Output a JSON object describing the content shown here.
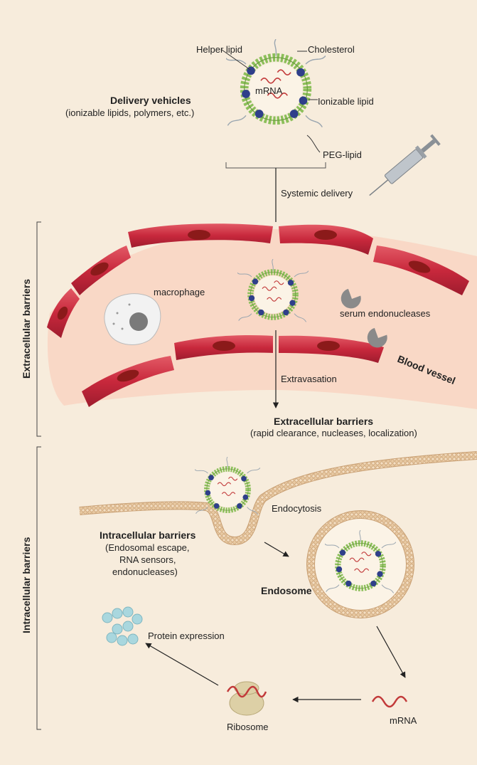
{
  "lnp": {
    "helper_lipid": "Helper lipid",
    "cholesterol": "Cholesterol",
    "mrna": "mRNA",
    "ionizable_lipid": "Ionizable lipid",
    "peg_lipid": "PEG-lipid"
  },
  "delivery": {
    "title": "Delivery vehicles",
    "subtitle": "(ionizable lipids, polymers, etc.)"
  },
  "systemic_delivery": "Systemic delivery",
  "extracellular": {
    "side_label": "Extracellular barriers",
    "macrophage": "macrophage",
    "serum_endonucleases": "serum endonucleases",
    "blood_vessel": "Blood vessel",
    "extravasation": "Extravasation",
    "title": "Extracellular barriers",
    "subtitle": "(rapid clearance, nucleases, localization)"
  },
  "intracellular": {
    "side_label": "Intracellular barriers",
    "endocytosis": "Endocytosis",
    "title": "Intracellular barriers",
    "line1": "(Endosomal escape,",
    "line2": "RNA sensors,",
    "line3": "endonucleases)",
    "endosome": "Endosome",
    "protein_expression": "Protein expression",
    "ribosome": "Ribosome",
    "mrna": "mRNA"
  },
  "colors": {
    "background": "#f7ecdc",
    "vessel": "#f9d8c6",
    "cell": "#c8283c",
    "nucleus": "#8b1a1a",
    "lipid_green": "#9bc46b",
    "membrane": "#d9b48a",
    "protein": "#a9d7de"
  },
  "icons": [
    "syringe-icon",
    "nuclease-icon",
    "macrophage-icon",
    "ribosome-icon"
  ]
}
